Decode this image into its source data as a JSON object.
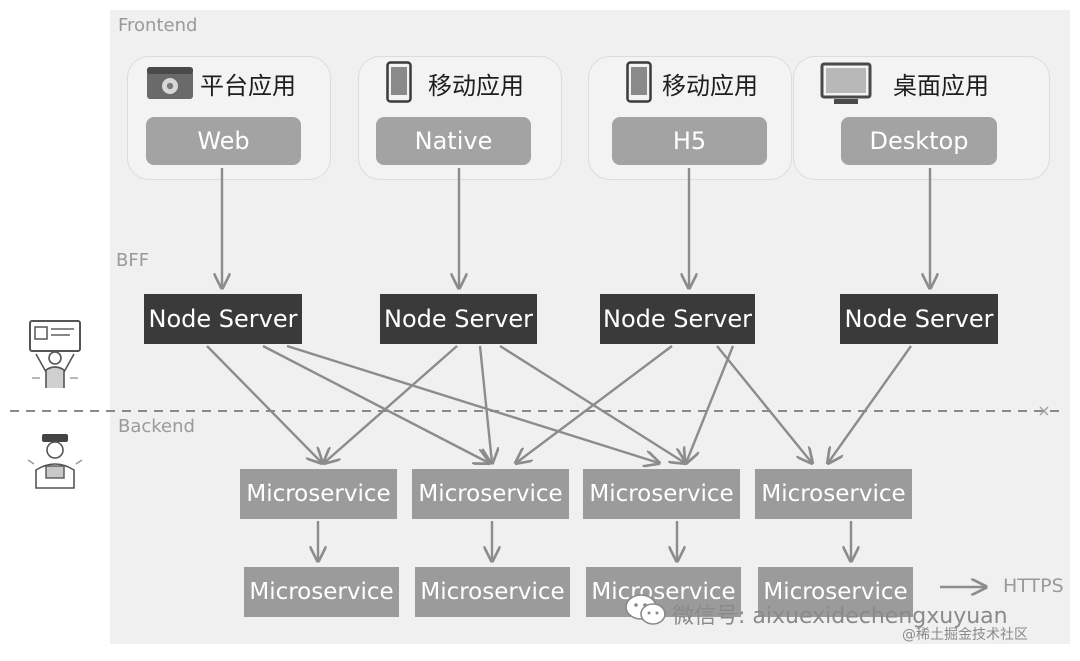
{
  "sections": {
    "frontend": "Frontend",
    "bff": "BFF",
    "backend": "Backend"
  },
  "apps": [
    {
      "title": "平台应用",
      "platform": "Web",
      "icon": "browser-icon"
    },
    {
      "title": "移动应用",
      "platform": "Native",
      "icon": "phone-icon"
    },
    {
      "title": "移动应用",
      "platform": "H5",
      "icon": "phone-icon"
    },
    {
      "title": "桌面应用",
      "platform": "Desktop",
      "icon": "monitor-icon"
    }
  ],
  "node_servers": [
    "Node Server",
    "Node Server",
    "Node Server",
    "Node Server"
  ],
  "microservices_top": [
    "Microservice",
    "Microservice",
    "Microservice",
    "Microservice"
  ],
  "microservices_bottom": [
    "Microservice",
    "Microservice",
    "Microservice",
    "Microservice"
  ],
  "legend": {
    "https_label": "HTTPS"
  },
  "watermark": {
    "wechat_text": "微信号: aixuexidechengxuyuan",
    "community_text": "@稀土掘金技术社区"
  },
  "colors": {
    "node_server": "#3a3a3a",
    "microservice": "#9b9b9b",
    "platform_pill": "#a3a3a3",
    "arrow": "#8c8c8c"
  }
}
